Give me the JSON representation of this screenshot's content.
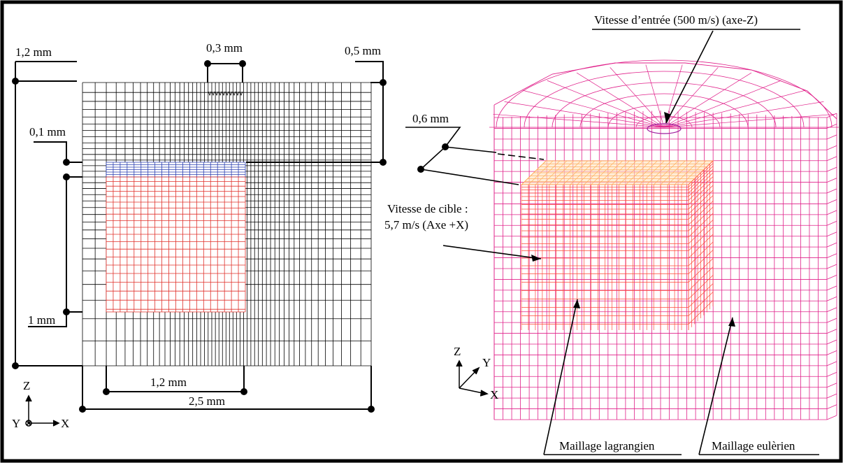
{
  "left_view": {
    "dim_width_top_left": "1,2 mm",
    "dim_inlet_width": "0,3 mm",
    "dim_gap_right": "0,5 mm",
    "dim_layer": "0,1 mm",
    "dim_height_target": "1 mm",
    "dim_target_width": "1,2 mm",
    "dim_domain_width": "2,5 mm",
    "axes": {
      "z": "Z",
      "y": "Y",
      "x": "X"
    }
  },
  "right_view": {
    "inlet_label": "Vitesse d’entrée (500 m/s) (axe-Z)",
    "dim_depth": "0,6 mm",
    "target_velocity_line1": "Vitesse de cible :",
    "target_velocity_line2": "5,7 m/s (Axe +X)",
    "lagrangian_label": "Maillage lagrangien",
    "eulerian_label": "Maillage eulèrien",
    "axes": {
      "z": "Z",
      "y": "Y",
      "x": "X"
    }
  },
  "colors": {
    "eulerian_mesh": "#000000",
    "lagrangian_mesh_red": "#e0302a",
    "lagrangian_mesh_blue": "#2b3fb0",
    "eulerian_3d": "#e0208a",
    "lagrangian_3d": "#ff4a3a",
    "lagrangian_3d_top": "#ffb060"
  }
}
